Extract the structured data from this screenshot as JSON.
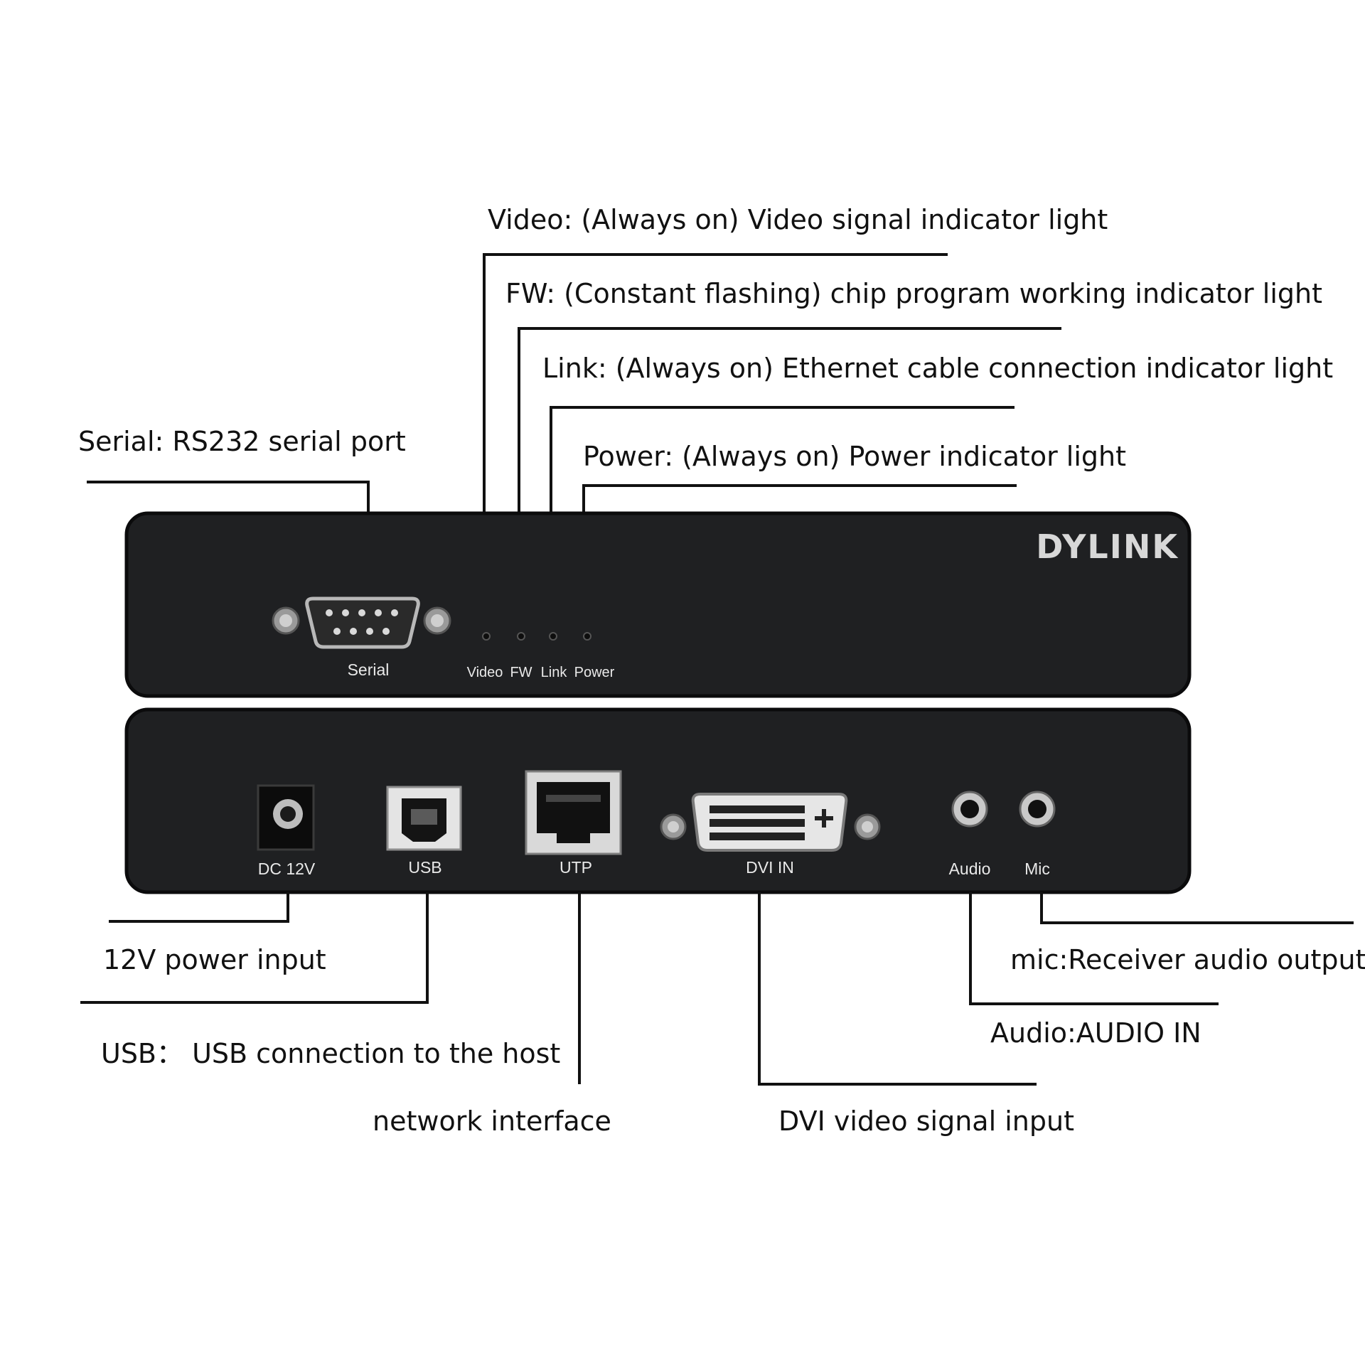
{
  "brand": "DYLINK",
  "top_callouts": {
    "video": "Video: (Always on) Video signal indicator light",
    "fw": "FW: (Constant flashing) chip program working indicator light",
    "link": "Link: (Always on) Ethernet cable connection indicator light",
    "power": "Power: (Always on) Power indicator light",
    "serial": "Serial: RS232 serial port"
  },
  "front_panel_labels": {
    "serial": "Serial",
    "video": "Video",
    "fw": "FW",
    "link": "Link",
    "power": "Power"
  },
  "rear_panel_labels": {
    "dc": "DC 12V",
    "usb": "USB",
    "utp": "UTP",
    "dvi": "DVI IN",
    "audio": "Audio",
    "mic": "Mic"
  },
  "bottom_callouts": {
    "power_input": "12V power input",
    "usb": "USB：  USB connection to the host",
    "network": "network interface",
    "dvi": "DVI video signal input",
    "audio": "Audio:AUDIO IN",
    "mic": "mic:Receiver audio output"
  },
  "colors": {
    "panel": "#1f2022",
    "panel_edge": "#0b0b0c",
    "label": "#e9e9e9",
    "lead": "#111111"
  }
}
